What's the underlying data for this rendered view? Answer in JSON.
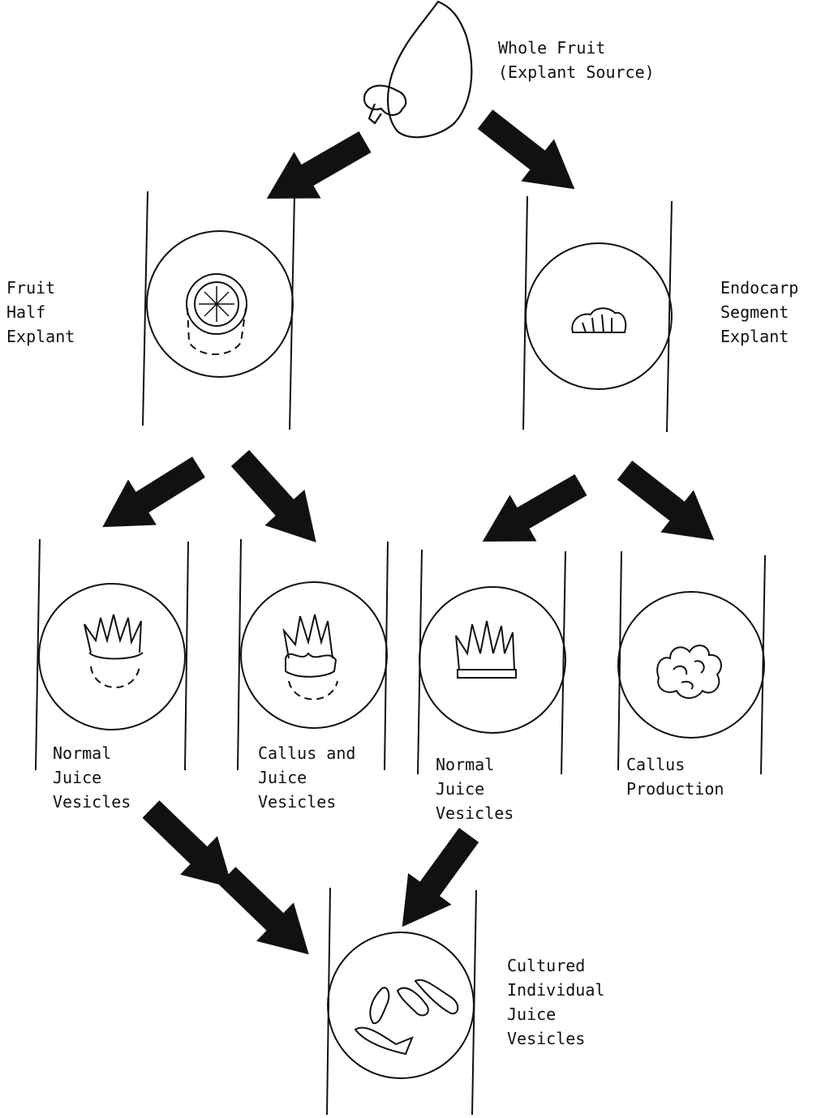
{
  "diagram": {
    "colors": {
      "ink": "#111111",
      "background": "#ffffff"
    },
    "nodes": {
      "whole_fruit": {
        "lines": [
          "Whole Fruit",
          "(Explant Source)"
        ]
      },
      "fruit_half": {
        "lines": [
          "Fruit",
          "Half",
          "Explant"
        ]
      },
      "endocarp": {
        "lines": [
          "Endocarp",
          "Segment",
          "Explant"
        ]
      },
      "normal_left": {
        "lines": [
          "Normal",
          "Juice",
          "Vesicles"
        ]
      },
      "callus_juice": {
        "lines": [
          "Callus and",
          "Juice",
          "Vesicles"
        ]
      },
      "normal_right": {
        "lines": [
          "Normal",
          "Juice",
          "Vesicles"
        ]
      },
      "callus_prod": {
        "lines": [
          "Callus",
          "Production"
        ]
      },
      "cultured": {
        "lines": [
          "Cultured",
          "Individual",
          "Juice",
          "Vesicles"
        ]
      }
    }
  }
}
